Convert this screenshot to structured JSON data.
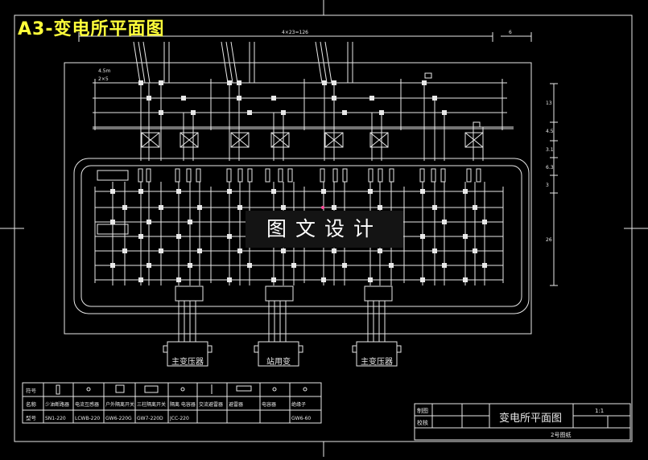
{
  "sheet_title": "A3-变电所平面图",
  "watermark": "图文设计",
  "dims": {
    "top_total": "4×23=126",
    "top_right": "6",
    "left_a": "4.5m",
    "left_b": "2×5",
    "right_1": "13",
    "right_2": "4.5",
    "right_3": "3.1",
    "right_4": "6.3",
    "right_5": "3",
    "right_6": "26"
  },
  "transformers": {
    "main_1": "主变压器",
    "aux": "站用变",
    "main_2": "主变压器"
  },
  "legend": {
    "row_headers": [
      "符号",
      "名称",
      "型号"
    ],
    "names": [
      "少油断路器",
      "电流互感器",
      "户外隔离开关",
      "三柱隔离开关",
      "隔离 电容器",
      "交流避雷器",
      "避雷器",
      "电容器",
      "绝缘子"
    ],
    "models": [
      "SN1-220",
      "LCWB-220",
      "GW6-220G",
      "GW7-220D",
      "JCC-220",
      "",
      "",
      "",
      "GW6-60"
    ]
  },
  "title_block": {
    "design_label": "制图",
    "check_label": "校核",
    "drawing_name": "变电所平面图",
    "scale": "1:1",
    "sheet_size": "2号图纸"
  }
}
